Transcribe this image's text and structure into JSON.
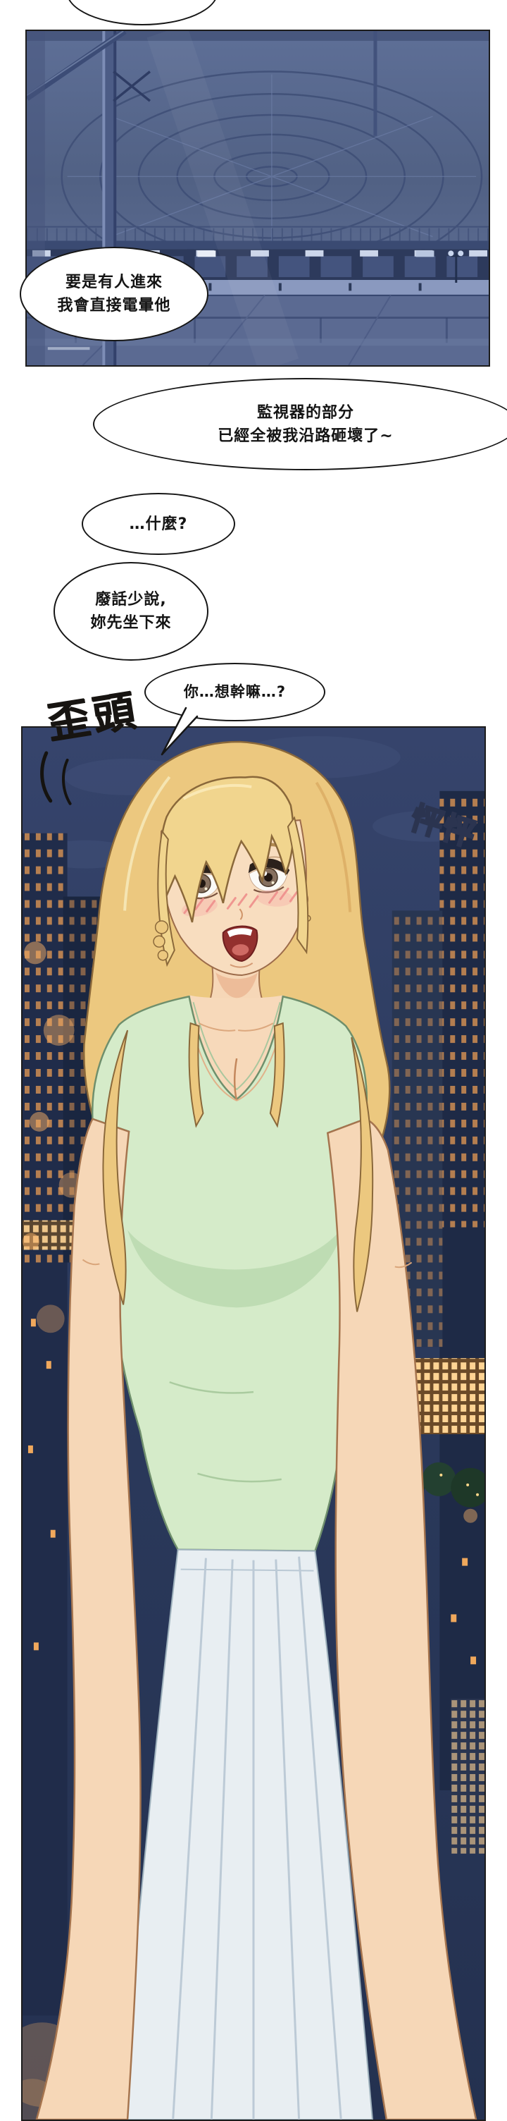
{
  "comic": {
    "bubbles": {
      "b1": {
        "lines": [
          "要是有人進來",
          "我會直接電暈他"
        ]
      },
      "b2": {
        "lines": [
          "監視器的部分",
          "已經全被我沿路砸壞了~"
        ]
      },
      "b3": {
        "lines": [
          "…什麼?"
        ]
      },
      "b4": {
        "lines": [
          "廢話少說,",
          "妳先坐下來"
        ]
      },
      "b5": {
        "lines": [
          "你…想幹嘛…?"
        ]
      }
    },
    "sfx": {
      "head_tilt": "歪頭",
      "heartbeat": "怦怦"
    },
    "colors": {
      "panel_blue": "#54658c",
      "night_sky": "#2c3b5e",
      "sfx_ink": "#171411",
      "sfx_heartbeat_fill": "#f7a64e",
      "sfx_heartbeat_outline": "#2b3450",
      "hair_blonde": "#ecc87f",
      "top_green": "#d5ebc9",
      "skin": "#f6d7b7"
    }
  }
}
